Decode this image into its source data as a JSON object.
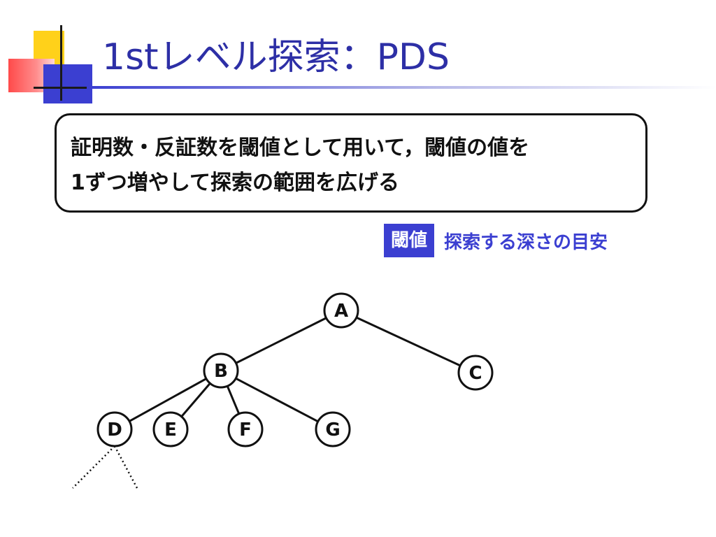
{
  "slide": {
    "title": "1stレベル探索：PDS",
    "box_lines": [
      "証明数・反証数を閾値として用いて，閾値の値を",
      "1ずつ増やして探索の範囲を広げる"
    ],
    "legend": {
      "tag": "閾値",
      "text": "探索する深さの目安"
    }
  },
  "colors": {
    "title": "#2d2fa6",
    "accent": "#3b3fd1",
    "yellow": "#ffd11a",
    "red": "#ff4a4a"
  },
  "tree": {
    "nodes": [
      {
        "id": "A",
        "label": "A"
      },
      {
        "id": "B",
        "label": "B"
      },
      {
        "id": "C",
        "label": "C"
      },
      {
        "id": "D",
        "label": "D"
      },
      {
        "id": "E",
        "label": "E"
      },
      {
        "id": "F",
        "label": "F"
      },
      {
        "id": "G",
        "label": "G"
      }
    ],
    "edges": [
      {
        "from": "A",
        "to": "B",
        "style": "solid"
      },
      {
        "from": "A",
        "to": "C",
        "style": "solid"
      },
      {
        "from": "B",
        "to": "D",
        "style": "solid"
      },
      {
        "from": "B",
        "to": "E",
        "style": "solid"
      },
      {
        "from": "B",
        "to": "F",
        "style": "solid"
      },
      {
        "from": "B",
        "to": "G",
        "style": "solid"
      }
    ],
    "dotted_branches_from": "D"
  }
}
